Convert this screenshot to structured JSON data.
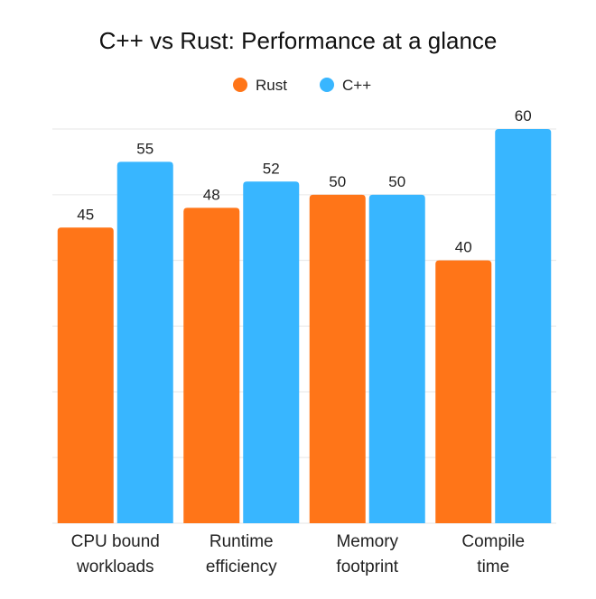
{
  "chart_data": {
    "type": "bar",
    "title": "C++ vs Rust: Performance at a glance",
    "categories": [
      [
        "CPU bound",
        "workloads"
      ],
      [
        "Runtime",
        "efficiency"
      ],
      [
        "Memory",
        "footprint"
      ],
      [
        "Compile",
        "time"
      ]
    ],
    "series": [
      {
        "name": "Rust",
        "color": "#FF7518",
        "values": [
          45,
          48,
          50,
          40
        ]
      },
      {
        "name": "C++",
        "color": "#38B6FF",
        "values": [
          55,
          52,
          50,
          60
        ]
      }
    ],
    "xlabel": "",
    "ylabel": "",
    "ylim": [
      0,
      60
    ],
    "grid": true,
    "legend": "top-center"
  }
}
